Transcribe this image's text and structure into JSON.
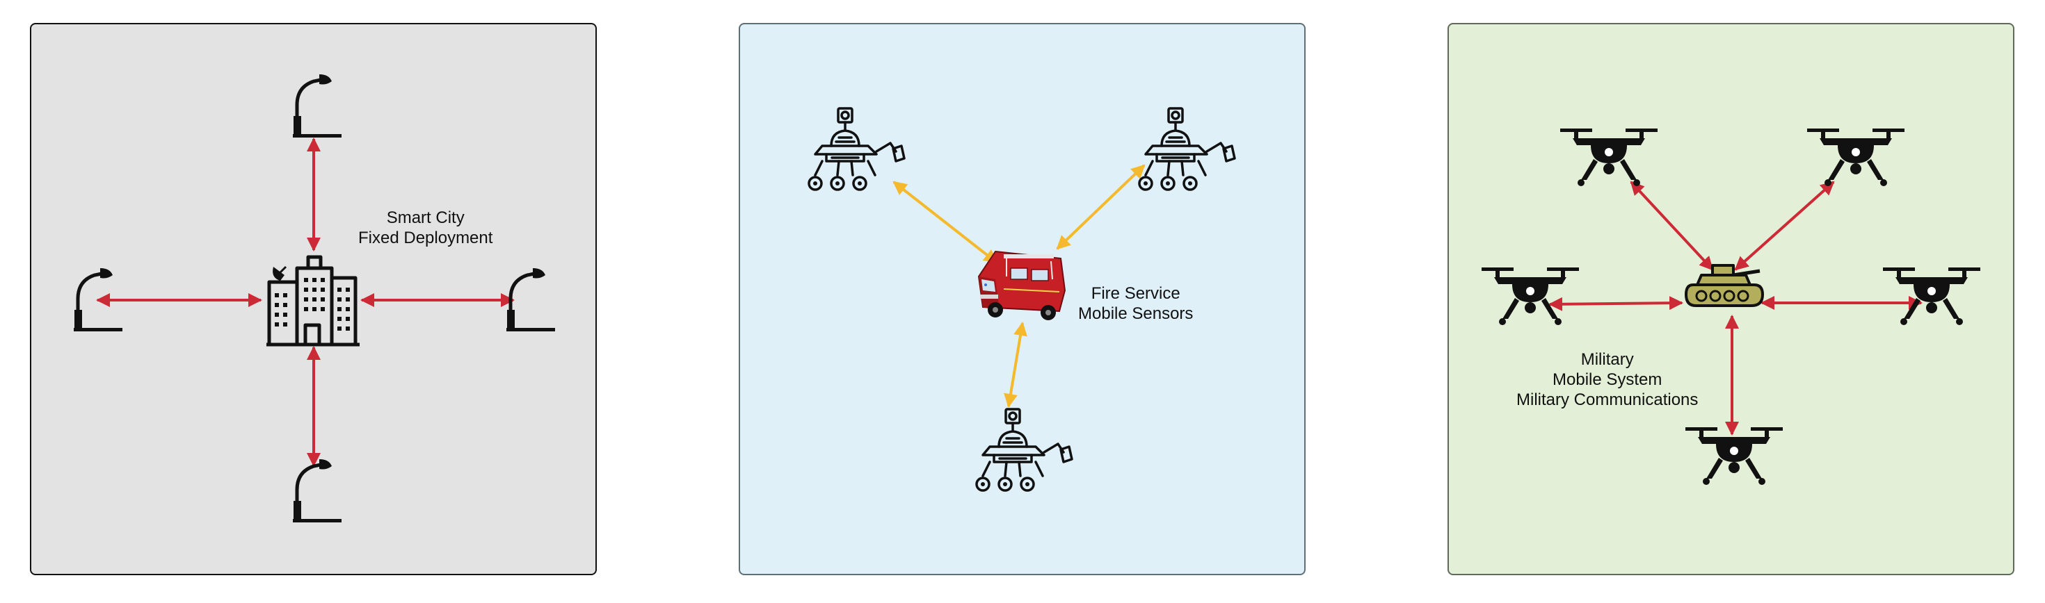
{
  "colors": {
    "panel_smart_city": "#e3e3e3",
    "panel_fire_service": "#dff0f8",
    "panel_military": "#e3efd6",
    "link_red": "#cc2a36",
    "link_yellow": "#f4b92d",
    "icon_stroke": "#111111",
    "tank_body": "#b3ae5b",
    "truck_red": "#c62026"
  },
  "panels": [
    {
      "id": "smart-city",
      "caption_lines": [
        "Smart City",
        "Fixed Deployment"
      ],
      "hub_icon": "city-building-icon",
      "node_icon": "street-lamp-icon",
      "node_count": 4,
      "link_style": "bidirectional-arrow",
      "link_color": "red"
    },
    {
      "id": "fire-service",
      "caption_lines": [
        "Fire Service",
        "Mobile Sensors"
      ],
      "hub_icon": "fire-truck-icon",
      "node_icon": "sensor-rover-icon",
      "node_count": 3,
      "link_style": "bidirectional-arrow",
      "link_color": "yellow"
    },
    {
      "id": "military",
      "caption_lines": [
        "Military",
        "Mobile System",
        "Military Communications"
      ],
      "hub_icon": "tank-icon",
      "node_icon": "drone-icon",
      "node_count": 5,
      "link_style": "bidirectional-arrow",
      "link_color": "red"
    }
  ]
}
